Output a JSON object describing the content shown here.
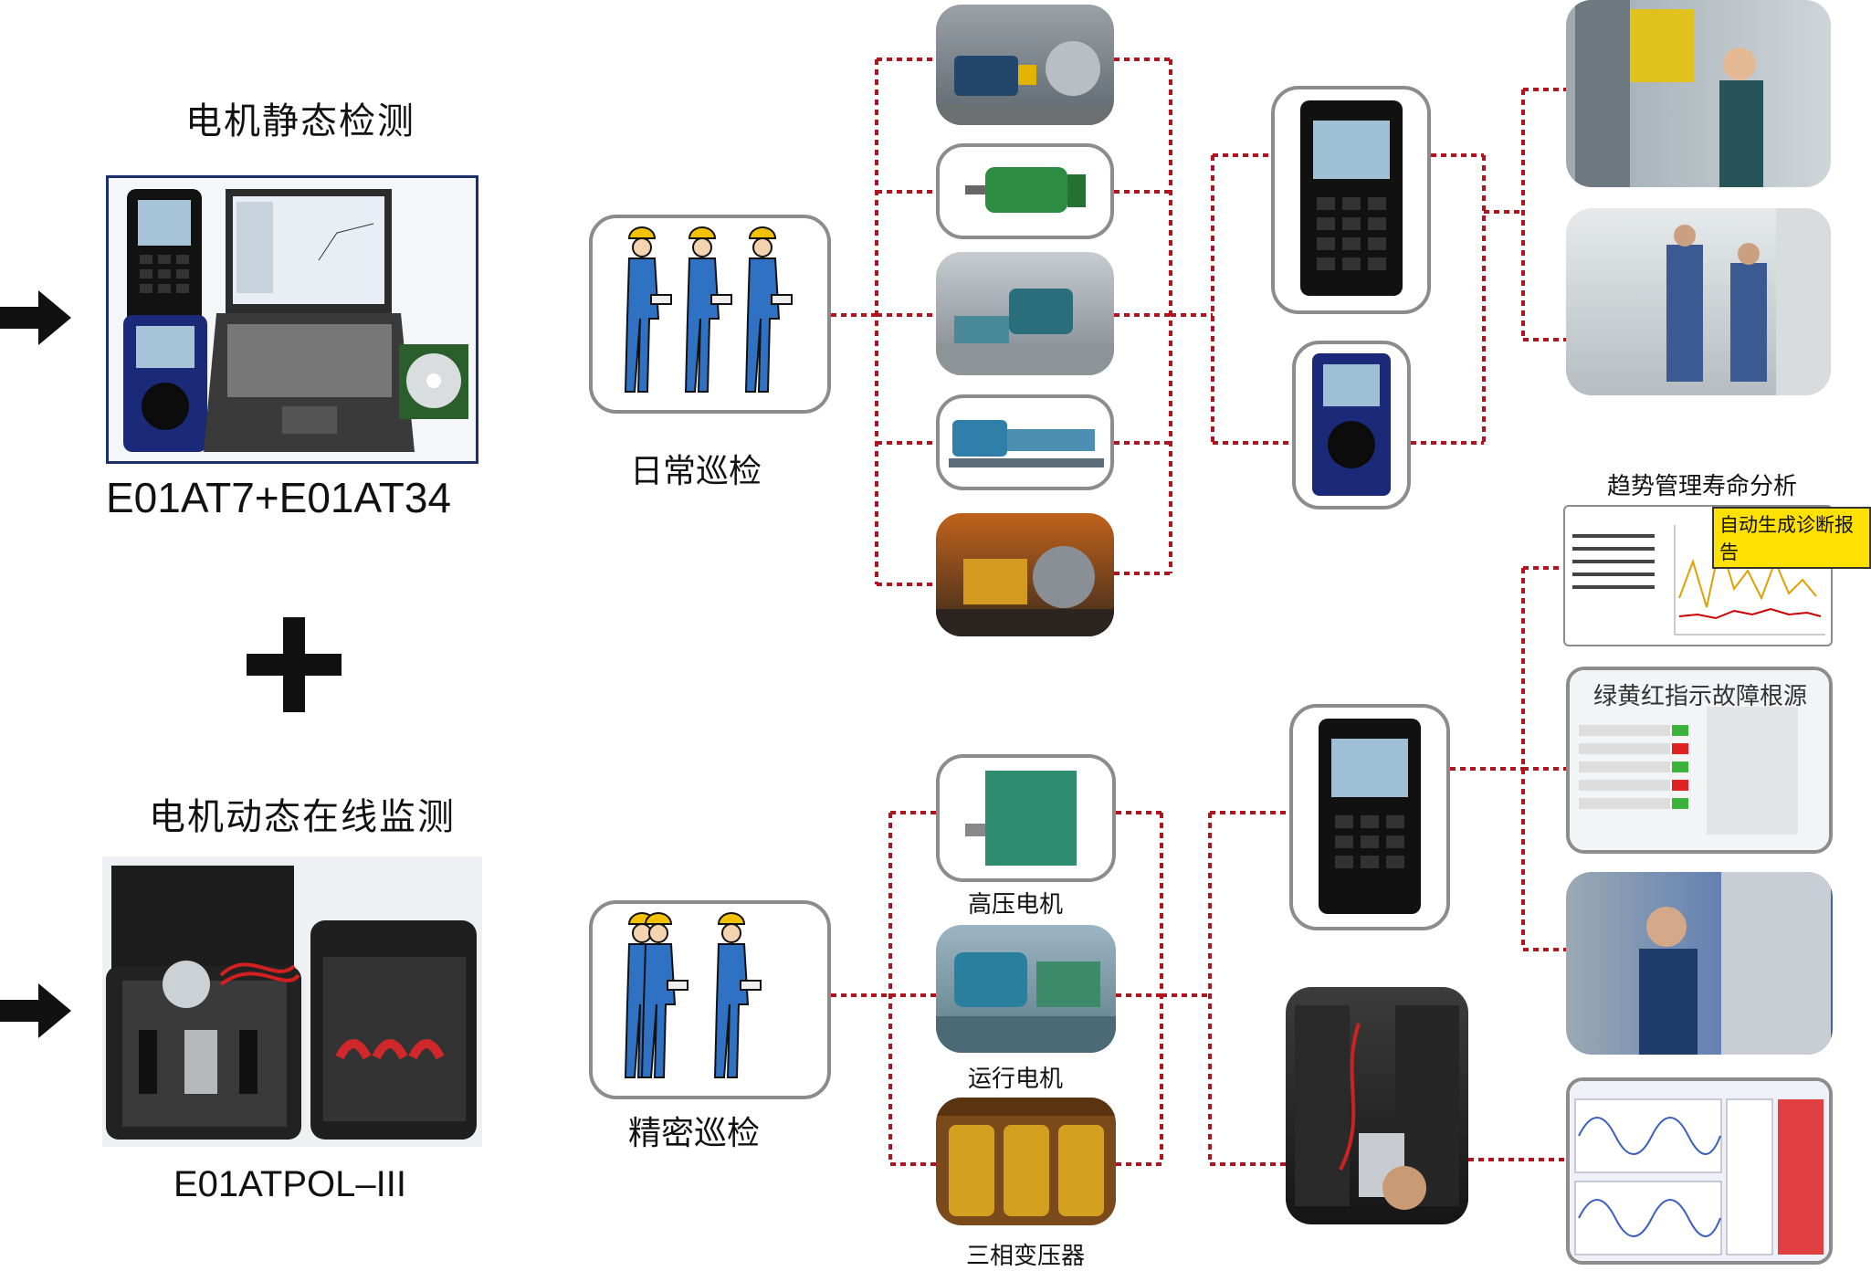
{
  "left": {
    "static_title": "电机静态检测",
    "static_model": "E01AT7+E01AT34",
    "plus_symbol": "+",
    "dynamic_title": "电机动态在线监测",
    "dynamic_model": "E01ATPOL–III"
  },
  "groups": {
    "daily_label": "日常巡检",
    "precision_label": "精密巡检"
  },
  "equipment_captions": {
    "hv_motor": "高压电机",
    "running_motor": "运行电机",
    "transformer": "三相变压器"
  },
  "reports": {
    "trend_title": "趋势管理寿命分析",
    "auto_report_badge": "自动生成诊断报告",
    "traffic_light_title": "绿黄红指示故障根源"
  },
  "colors": {
    "connector": "#b0141e",
    "frame_border": "#8c8c8c",
    "worker_suit": "#2f72c4",
    "worker_helmet": "#f2c200",
    "badge": "#ffe100"
  }
}
